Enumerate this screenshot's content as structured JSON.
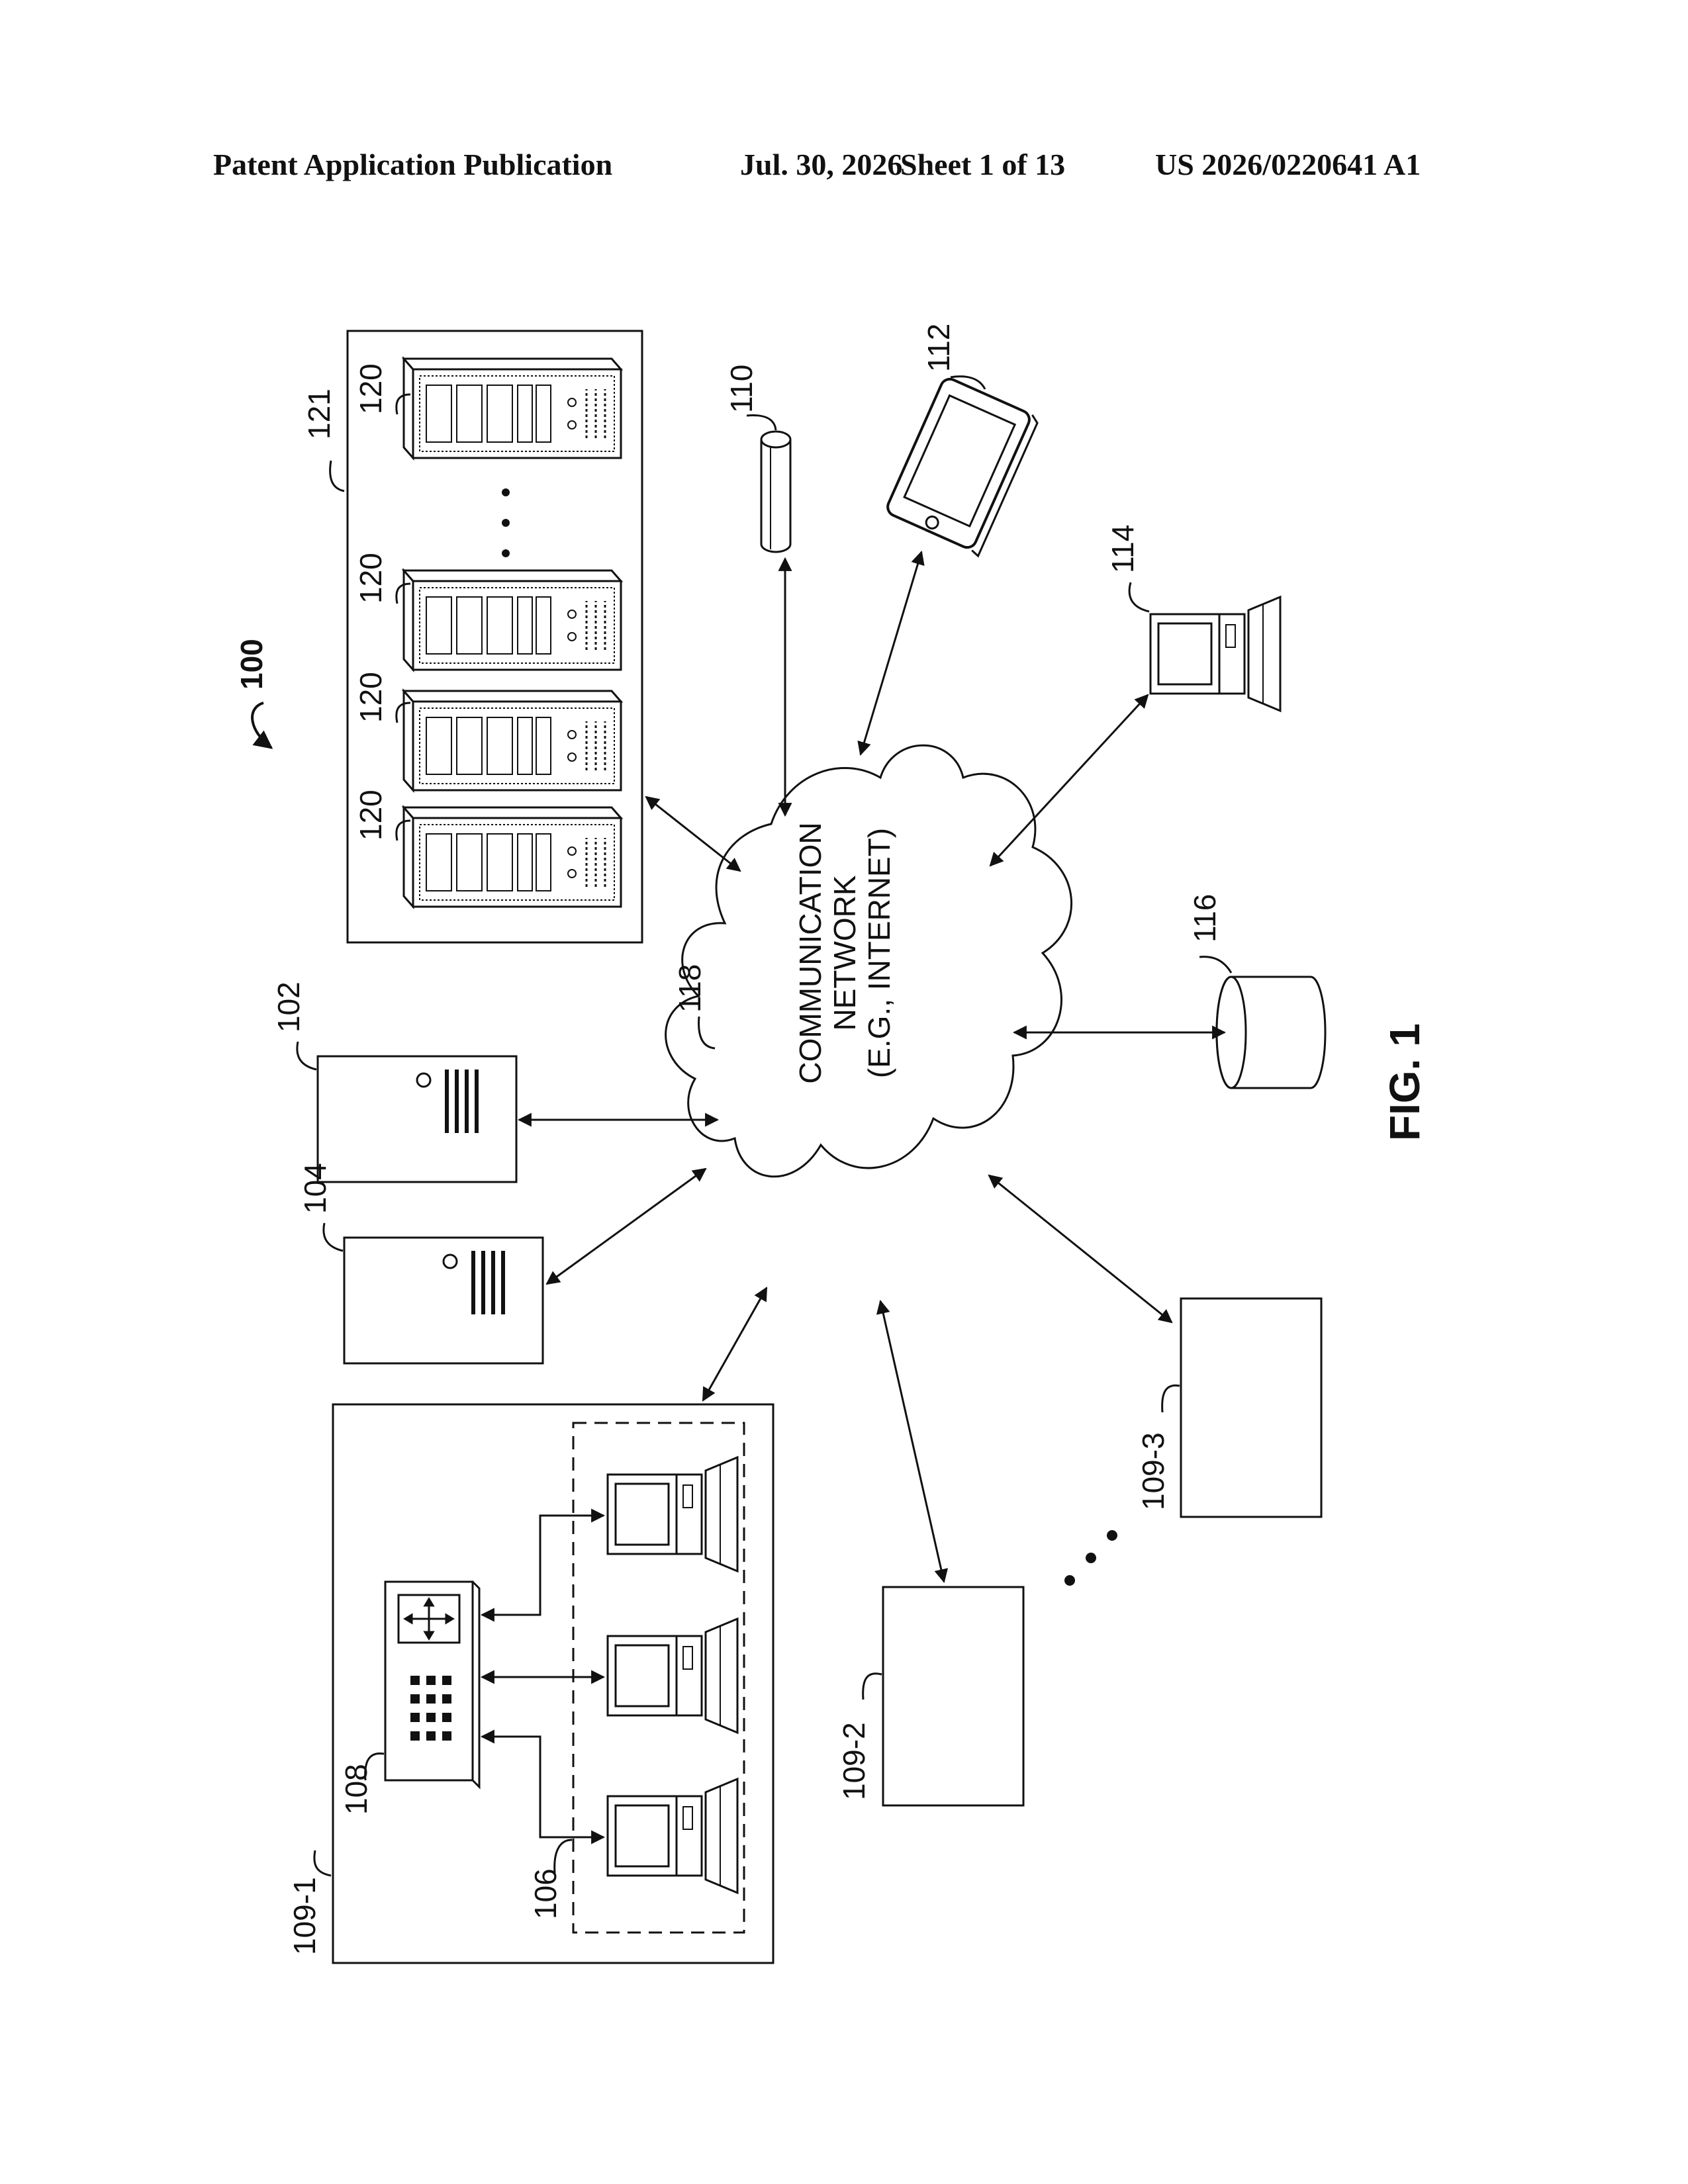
{
  "header": {
    "publication": "Patent Application Publication",
    "date": "Jul. 30, 2026",
    "sheet": "Sheet 1 of 13",
    "number": "US 2026/0220641 A1"
  },
  "figure": {
    "system_ref": "100",
    "fig_label": "FIG. 1",
    "network": {
      "ref": "118",
      "lines": [
        "COMMUNICATION",
        "NETWORK",
        "(E.G., INTERNET)"
      ]
    },
    "refs": {
      "server_cluster": "121",
      "server": "120",
      "server_a": "102",
      "server_b": "104",
      "disk": "110",
      "tablet": "112",
      "computer": "114",
      "database": "116",
      "site_1": "109-1",
      "site_2": "109-2",
      "site_3": "109-3",
      "router": "108",
      "client_group": "106"
    }
  },
  "colors": {
    "ink": "#111111",
    "paper": "#ffffff"
  }
}
